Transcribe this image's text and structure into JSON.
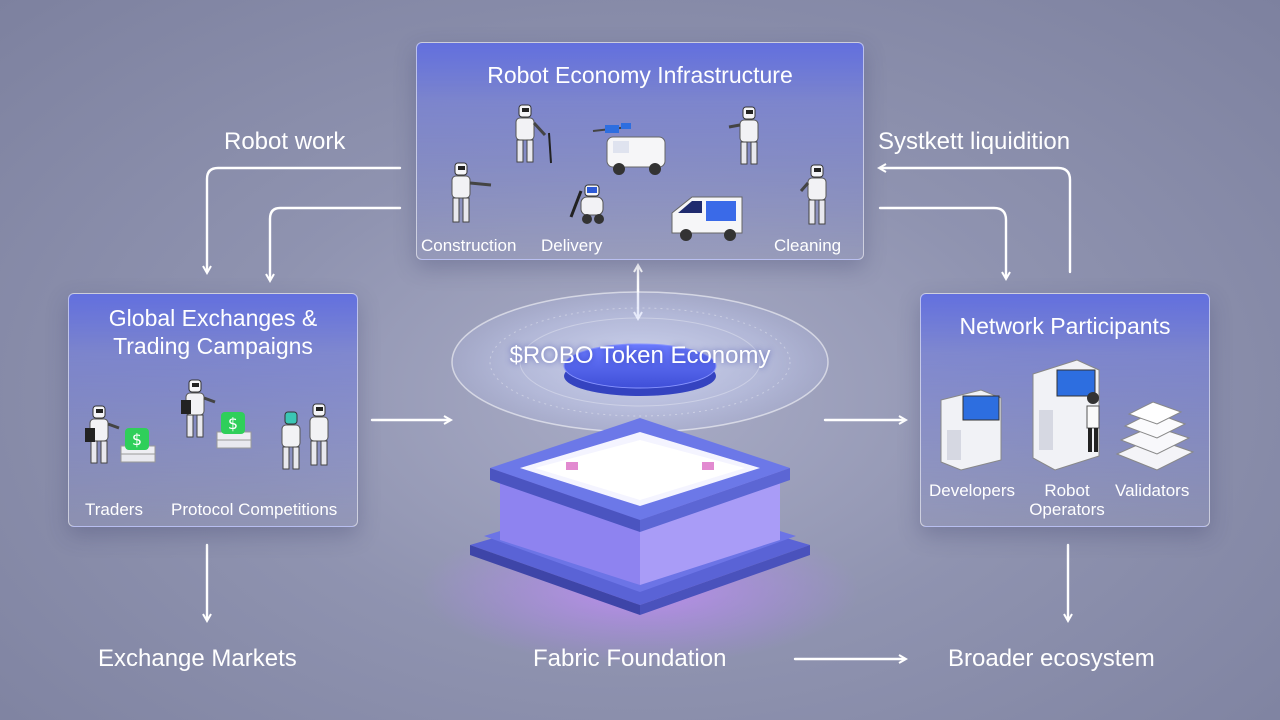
{
  "colors": {
    "background": "#8f93b0",
    "panel_header": "#5b6ce0",
    "token_disk": "#4a5cf0",
    "glow": "#b07cff",
    "arrow": "#ffffff"
  },
  "infrastructure": {
    "title": "Robot Economy Infrastructure",
    "labels": {
      "construction": "Construction",
      "delivery": "Delivery",
      "cleaning": "Cleaning"
    }
  },
  "exchanges": {
    "title_line1": "Global Exchanges &",
    "title_line2": "Trading Campaigns",
    "labels": {
      "traders": "Traders",
      "competitions": "Protocol Competitions"
    }
  },
  "participants": {
    "title": "Network Participants",
    "labels": {
      "developers": "Developers",
      "operators_line1": "Robot",
      "operators_line2": "Operators",
      "validators": "Validators"
    }
  },
  "token": {
    "label": "$ROBO Token Economy"
  },
  "flows": {
    "robot_work": "Robot work",
    "system_liquidation": "Systkett liquidition"
  },
  "bottom": {
    "exchange_markets": "Exchange Markets",
    "fabric_foundation": "Fabric Foundation",
    "broader_ecosystem": "Broader ecosystem"
  },
  "icons": [
    "humanoid-robot-icon",
    "delivery-cart-icon",
    "drone-icon",
    "dollar-stack-icon",
    "server-rack-icon",
    "operator-station-icon",
    "validator-stack-icon",
    "temple-chip-icon"
  ]
}
